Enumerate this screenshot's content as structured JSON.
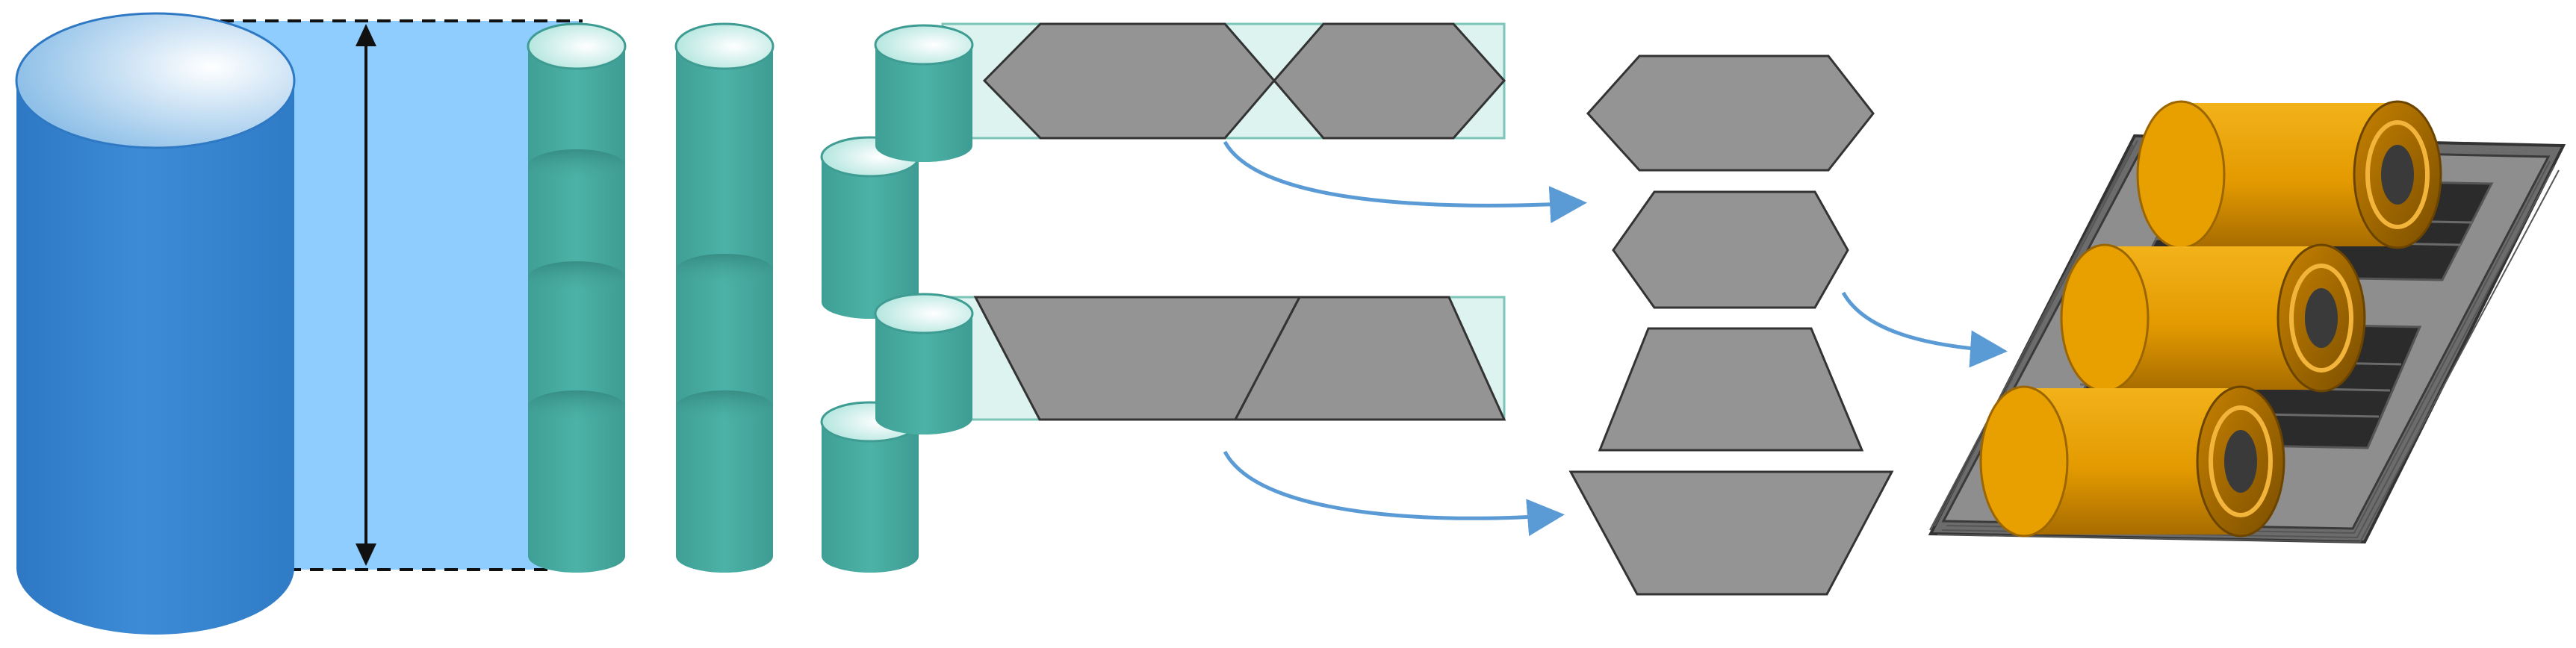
{
  "diagram": {
    "kind": "transformer-core-manufacturing-process",
    "stages": [
      "large-cylinder-billet",
      "cylinder-segment-stacks",
      "staggered-cylinder-segments",
      "cut-strips-with-hexagon-and-trapezoid-sheets",
      "cut-sheet-shapes",
      "assembled-transformer-core-with-windings"
    ],
    "colors": {
      "big_cylinder": "#3a86d0",
      "big_cylinder_top": "#d6ebfa",
      "light_blue_band": "#8fcdff",
      "teal_cylinder": "#48aea4",
      "teal_top": "#d2f2ee",
      "strip_fill": "#ddf3ef",
      "strip_border": "#7cc4b8",
      "sheet_fill": "#949494",
      "arrow": "#5b9bd5",
      "winding": "#e8a000",
      "core": "#8a8a8a"
    },
    "cut_shapes": [
      "hexagon",
      "hexagon",
      "trapezoid",
      "inverted-trapezoid"
    ],
    "arrow_count": 3
  }
}
